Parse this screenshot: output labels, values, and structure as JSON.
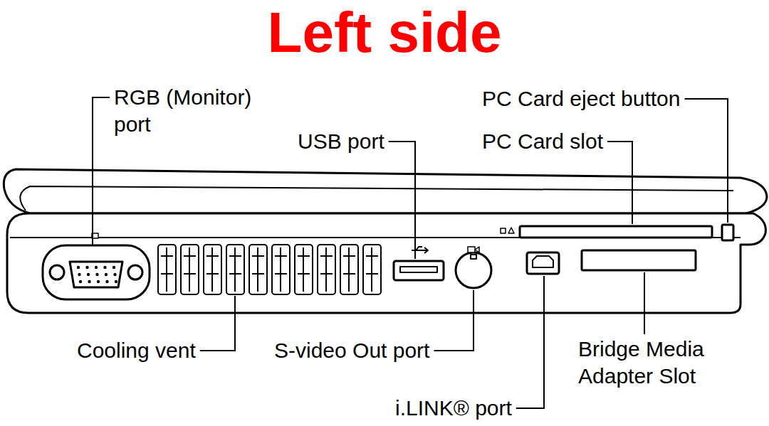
{
  "diagram": {
    "title": "Left side",
    "labels": [
      "RGB (Monitor) port",
      "USB port",
      "PC Card eject button",
      "PC Card slot",
      "Cooling vent",
      "S-video Out port",
      "Bridge Media Adapter Slot",
      "i.LINK® port"
    ]
  }
}
